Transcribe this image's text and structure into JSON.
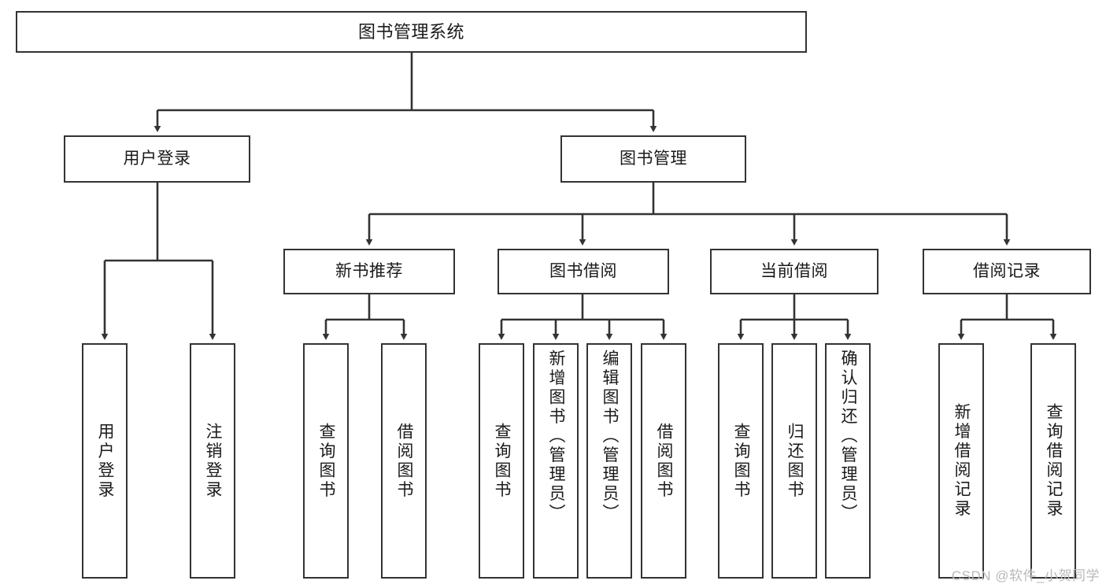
{
  "diagram": {
    "title": "图书管理系统",
    "type": "hierarchy-tree",
    "watermark": "CSDN @软件_小贺同学",
    "colors": {
      "box_border": "#333333",
      "box_fill": "#ffffff",
      "edge": "#333333",
      "text": "#1a1a1a",
      "watermark": "#b9b9b9"
    },
    "nodes": {
      "root": {
        "label": "图书管理系统"
      },
      "level2": [
        {
          "id": "user-login",
          "label": "用户登录"
        },
        {
          "id": "book-management",
          "label": "图书管理"
        }
      ],
      "level3": [
        {
          "id": "new-book-recommend",
          "label": "新书推荐"
        },
        {
          "id": "book-borrow",
          "label": "图书借阅"
        },
        {
          "id": "current-borrow",
          "label": "当前借阅"
        },
        {
          "id": "borrow-record",
          "label": "借阅记录"
        }
      ],
      "leaves": [
        {
          "id": "leaf-user-login",
          "label": "用户登录"
        },
        {
          "id": "leaf-logout",
          "label": "注销登录"
        },
        {
          "id": "leaf-query-book-1",
          "label": "查询图书"
        },
        {
          "id": "leaf-borrow-book-1",
          "label": "借阅图书"
        },
        {
          "id": "leaf-query-book-2",
          "label": "查询图书"
        },
        {
          "id": "leaf-add-book",
          "label": "新增图书（管理员）"
        },
        {
          "id": "leaf-edit-book",
          "label": "编辑图书（管理员）"
        },
        {
          "id": "leaf-borrow-book-2",
          "label": "借阅图书"
        },
        {
          "id": "leaf-query-book-3",
          "label": "查询图书"
        },
        {
          "id": "leaf-return-book",
          "label": "归还图书"
        },
        {
          "id": "leaf-confirm-return",
          "label": "确认归还（管理员）"
        },
        {
          "id": "leaf-add-record",
          "label": "新增借阅记录"
        },
        {
          "id": "leaf-query-record",
          "label": "查询借阅记录"
        }
      ]
    }
  }
}
